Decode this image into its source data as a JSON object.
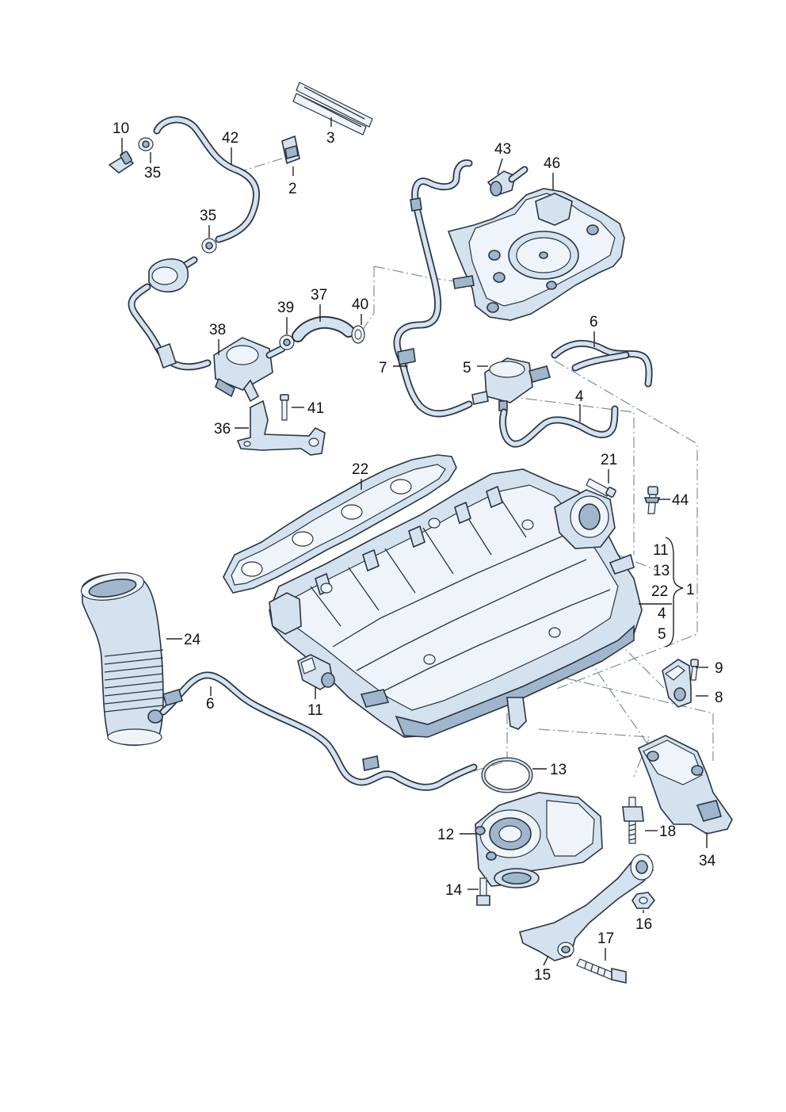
{
  "diagram": {
    "callouts": {
      "c10": "10",
      "c35a": "35",
      "c42": "42",
      "c2": "2",
      "c3": "3",
      "c35b": "35",
      "c43": "43",
      "c46": "46",
      "c37": "37",
      "c39": "39",
      "c40": "40",
      "c38": "38",
      "c6a": "6",
      "c7": "7",
      "c5": "5",
      "c4": "4",
      "c41": "41",
      "c36": "36",
      "c22a": "22",
      "c21": "21",
      "c44": "44",
      "c11a": "11",
      "c13a": "13",
      "c22b": "22",
      "c1": "1",
      "c4b": "4",
      "c5b": "5",
      "c24": "24",
      "c6b": "6",
      "c11b": "11",
      "c9": "9",
      "c8": "8",
      "c13b": "13",
      "c12": "12",
      "c18": "18",
      "c34": "34",
      "c14": "14",
      "c16": "16",
      "c17": "17",
      "c15": "15"
    }
  }
}
